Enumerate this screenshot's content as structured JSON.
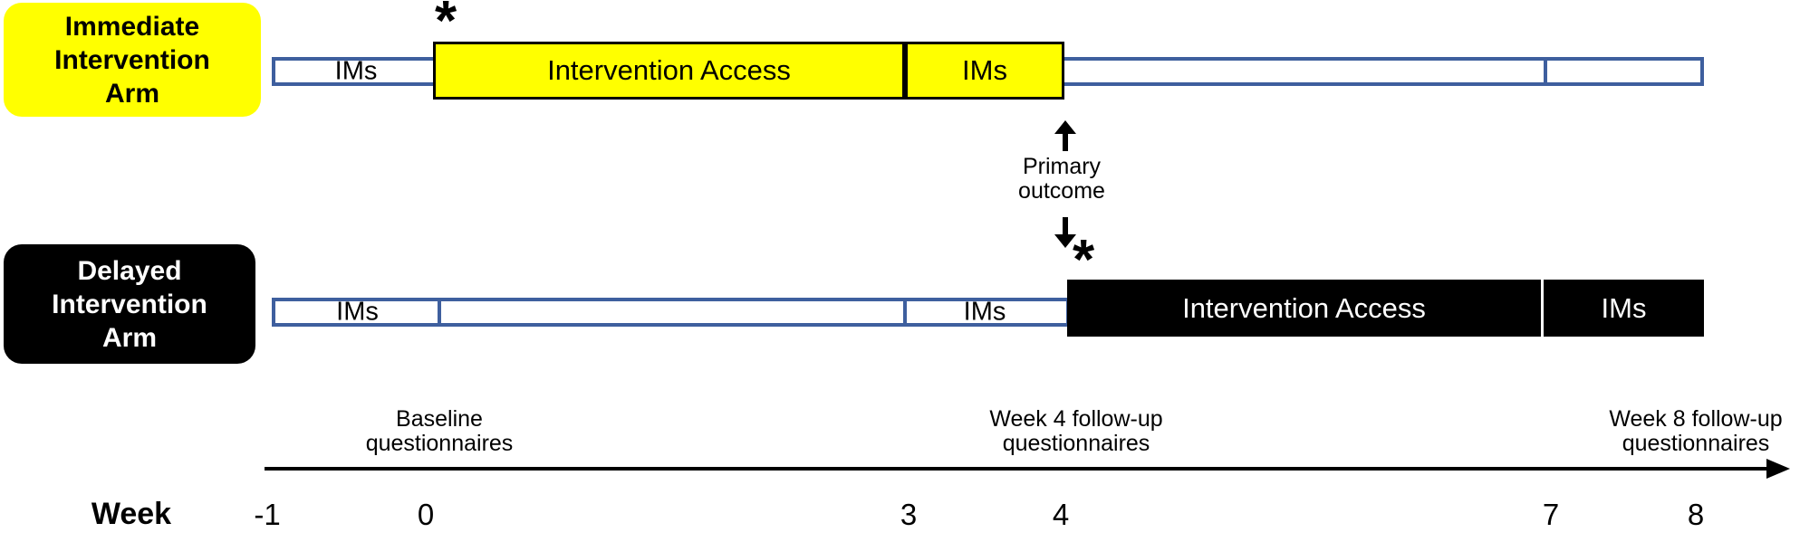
{
  "colors": {
    "highlight_yellow": "#FFFF00",
    "phase_black": "#000000",
    "bar_border_blue": "#3E5F9E",
    "text_on_black": "#FFFFFF"
  },
  "arms": {
    "immediate": {
      "label": "Immediate\nIntervention\nArm",
      "asterisk": "*",
      "bar": {
        "ims1": "IMs",
        "access": "Intervention Access",
        "ims2": "IMs"
      }
    },
    "delayed": {
      "label": "Delayed\nIntervention\nArm",
      "asterisk": "*",
      "bar": {
        "ims1": "IMs",
        "ims2": "IMs",
        "access": "Intervention Access",
        "ims3": "IMs"
      }
    }
  },
  "primary_outcome": {
    "label": "Primary\noutcome"
  },
  "timeline": {
    "annotations": {
      "baseline": "Baseline\nquestionnaires",
      "week4": "Week 4 follow-up\nquestionnaires",
      "week8": "Week 8 follow-up\nquestionnaires"
    },
    "axis_label": "Week",
    "ticks": [
      "-1",
      "0",
      "3",
      "4",
      "7",
      "8"
    ]
  }
}
